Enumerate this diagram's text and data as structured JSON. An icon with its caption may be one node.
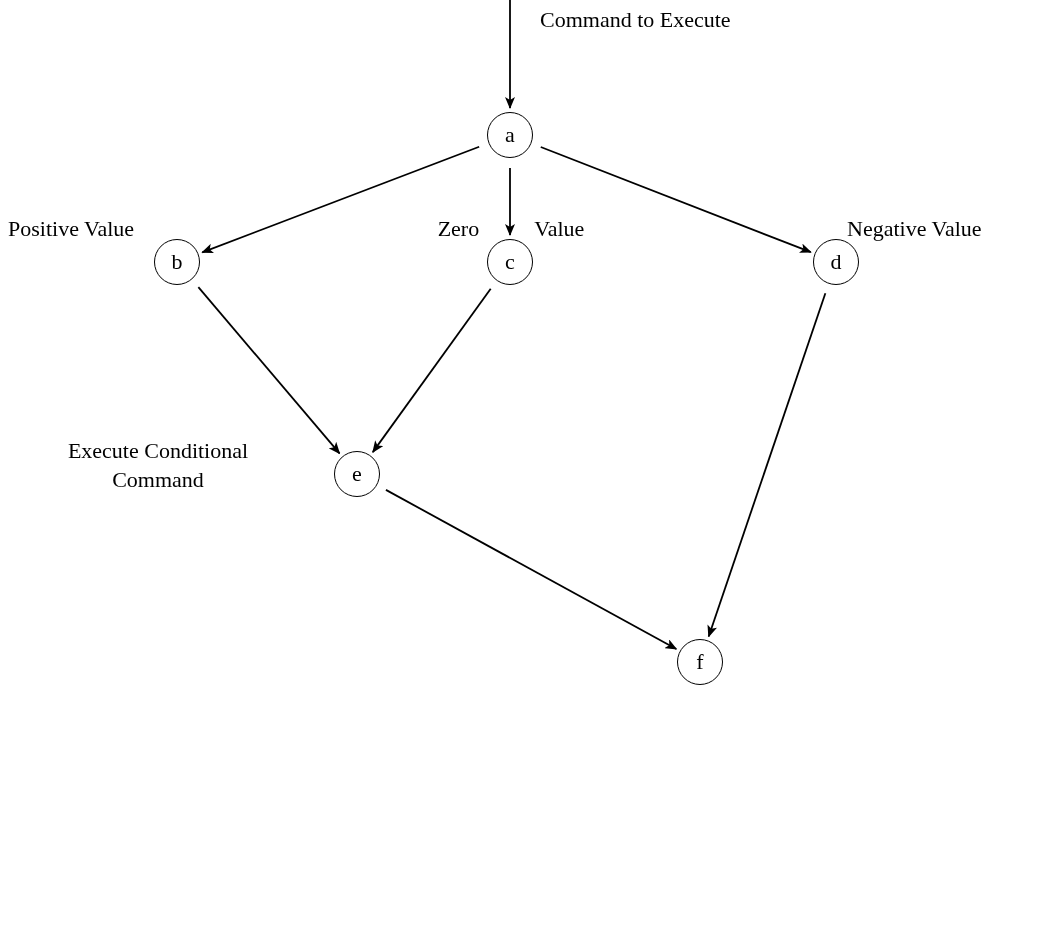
{
  "diagram": {
    "nodes": [
      {
        "text": [
          "a"
        ]
      },
      {
        "text": [
          "b"
        ],
        "beside": [
          "Positive Value"
        ]
      },
      {
        "text": [
          "c"
        ],
        "beside": [
          "Zero Value"
        ]
      },
      {
        "text": [
          "d"
        ],
        "beside": [
          "Negative Value"
        ]
      },
      {
        "text": [
          "e"
        ],
        "beside": [
          "Execute Conditional Command"
        ]
      },
      {
        "text": [
          "f"
        ]
      }
    ],
    "edges": [
      {
        "from": null,
        "to": 0,
        "arrow": "to",
        "label": "Command to Execute"
      },
      {
        "from": 0,
        "to": 1,
        "arrow": "to"
      },
      {
        "from": 0,
        "to": 2,
        "arrow": "to"
      },
      {
        "from": 0,
        "to": 3,
        "arrow": "to"
      },
      {
        "from": 1,
        "to": 4,
        "arrow": "to"
      },
      {
        "from": 2,
        "to": 4,
        "arrow": "to"
      },
      {
        "from": 4,
        "to": 5,
        "arrow": "to"
      },
      {
        "from": 3,
        "to": 5,
        "arrow": "to"
      }
    ]
  }
}
